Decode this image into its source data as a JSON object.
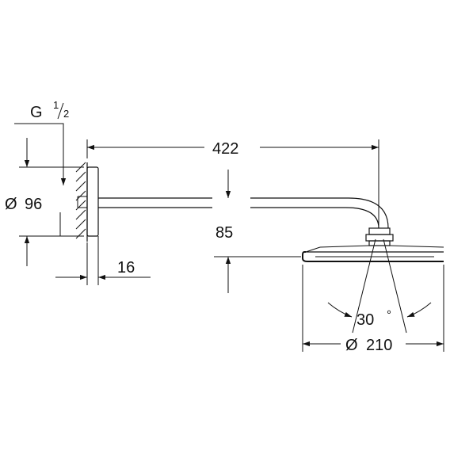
{
  "dimensions": {
    "thread": {
      "prefix": "G",
      "num": "1",
      "den": "2"
    },
    "arm_length": "422",
    "flange_diameter_symbol": "Ø",
    "flange_diameter": "96",
    "drop": "85",
    "flange_depth": "16",
    "spray_angle": "30",
    "spray_angle_unit": "°",
    "head_diameter_symbol": "Ø",
    "head_diameter": "210"
  }
}
